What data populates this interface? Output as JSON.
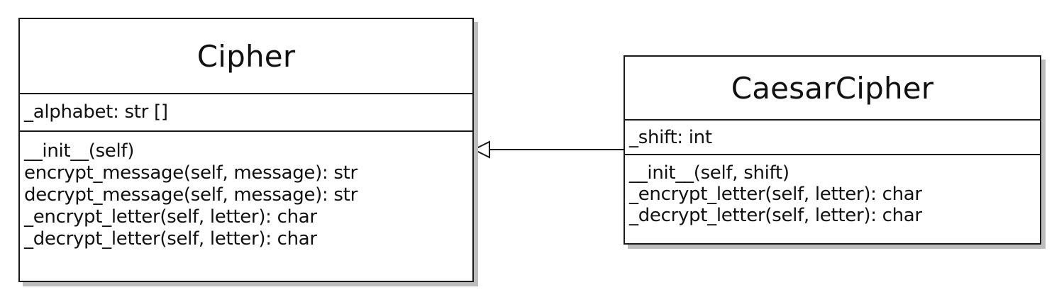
{
  "classes": {
    "cipher": {
      "name": "Cipher",
      "attributes": [
        "_alphabet: str []"
      ],
      "methods": [
        "__init__(self)",
        "encrypt_message(self, message): str",
        "decrypt_message(self, message): str",
        "_encrypt_letter(self, letter): char",
        "_decrypt_letter(self, letter): char"
      ]
    },
    "caesar_cipher": {
      "name": "CaesarCipher",
      "attributes": [
        "_shift: int"
      ],
      "methods": [
        "__init__(self, shift)",
        "_encrypt_letter(self, letter): char",
        "_decrypt_letter(self, letter): char"
      ]
    }
  },
  "relationships": [
    {
      "type": "generalization",
      "from": "CaesarCipher",
      "to": "Cipher"
    }
  ]
}
